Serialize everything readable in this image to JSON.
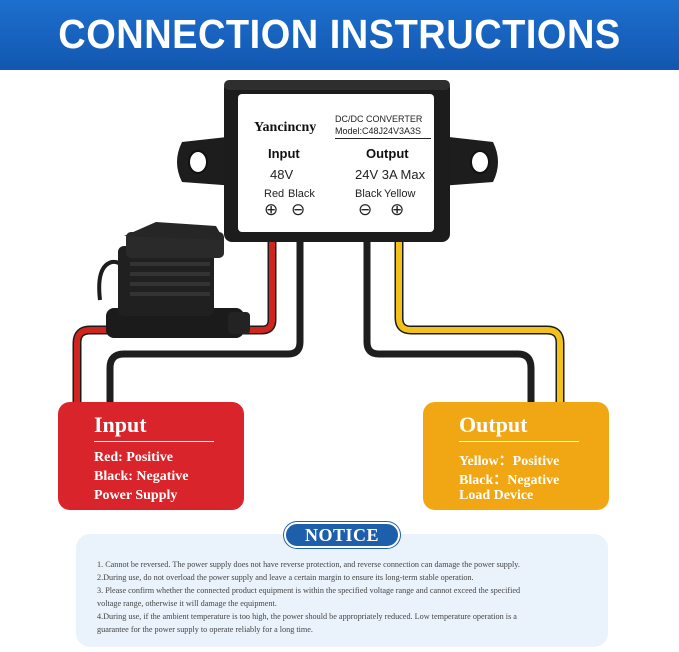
{
  "banner": {
    "title": "CONNECTION INSTRUCTIONS"
  },
  "colors": {
    "banner_blue": "#1d6fce",
    "input_red": "#d8242a",
    "output_yellow": "#f1a613",
    "notice_blue": "#1e5fab",
    "notice_panel": "#eaf3fb"
  },
  "converter": {
    "brand": "Yancincny",
    "model_line1": "DC/DC CONVERTER",
    "model_line2": "Model:C48J24V3A3S",
    "input_heading": "Input",
    "output_heading": "Output",
    "input_voltage": "48V",
    "output_voltage": "24V 3A Max",
    "terminals": [
      {
        "label": "Red",
        "symbol": "⊕"
      },
      {
        "label": "Black",
        "symbol": "⊖"
      },
      {
        "label": "Black",
        "symbol": "⊖"
      },
      {
        "label": "Yellow",
        "symbol": "⊕"
      }
    ]
  },
  "input_box": {
    "title": "Input",
    "lines": [
      "Red: Positive",
      "Black: Negative",
      "Power Supply"
    ]
  },
  "output_box": {
    "title": "Output",
    "lines": [
      "Yellow：Positive",
      "Black：Negative",
      "Load Device"
    ]
  },
  "notice": {
    "title": "NOTICE",
    "lines": [
      "1. Cannot be reversed. The power supply does not have reverse protection, and reverse connection can damage the power supply.",
      "2.During use, do not overload the power supply and leave a certain margin to ensure its long-term stable operation.",
      "3. Please confirm whether the connected product equipment is within the specified voltage range and cannot exceed the specified",
      "voltage range, otherwise it will damage the equipment.",
      "4.During use, if the ambient temperature is too high, the power should be appropriately reduced. Low temperature operation is a",
      "guarantee for the power supply to operate reliably for a long time."
    ]
  }
}
